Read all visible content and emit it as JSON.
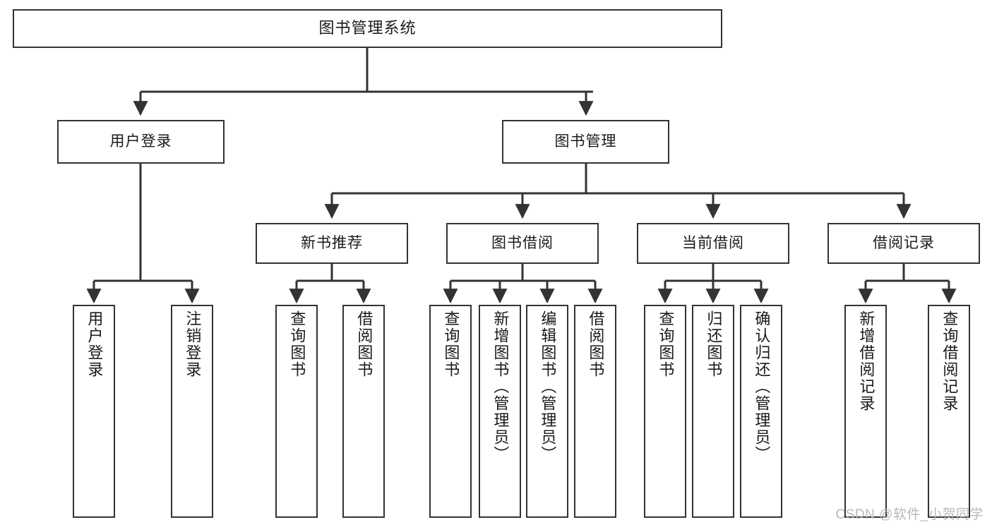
{
  "diagram": {
    "kind": "function-tree",
    "title": "图书管理系统",
    "watermark": "CSDN @软件_小贺同学",
    "colors": {
      "stroke": "#333333",
      "fill": "#ffffff",
      "text": "#1a1a1a",
      "watermark": "#b9b9b9"
    },
    "nodes": {
      "root": {
        "label": "图书管理系统"
      },
      "level2": [
        {
          "label": "用户登录"
        },
        {
          "label": "图书管理"
        }
      ],
      "level3": [
        {
          "label": "新书推荐"
        },
        {
          "label": "图书借阅"
        },
        {
          "label": "当前借阅"
        },
        {
          "label": "借阅记录"
        }
      ],
      "leaves": {
        "user_login": [
          {
            "label": "用户登录"
          },
          {
            "label": "注销登录"
          }
        ],
        "new_book_recommend": [
          {
            "label": "查询图书"
          },
          {
            "label": "借阅图书"
          }
        ],
        "book_borrow": [
          {
            "label": "查询图书"
          },
          {
            "label": "新增图书（管理员）"
          },
          {
            "label": "编辑图书（管理员）"
          },
          {
            "label": "借阅图书"
          }
        ],
        "current_borrow": [
          {
            "label": "查询图书"
          },
          {
            "label": "归还图书"
          },
          {
            "label": "确认归还（管理员）"
          }
        ],
        "borrow_record": [
          {
            "label": "新增借阅记录"
          },
          {
            "label": "查询借阅记录"
          }
        ]
      }
    }
  }
}
